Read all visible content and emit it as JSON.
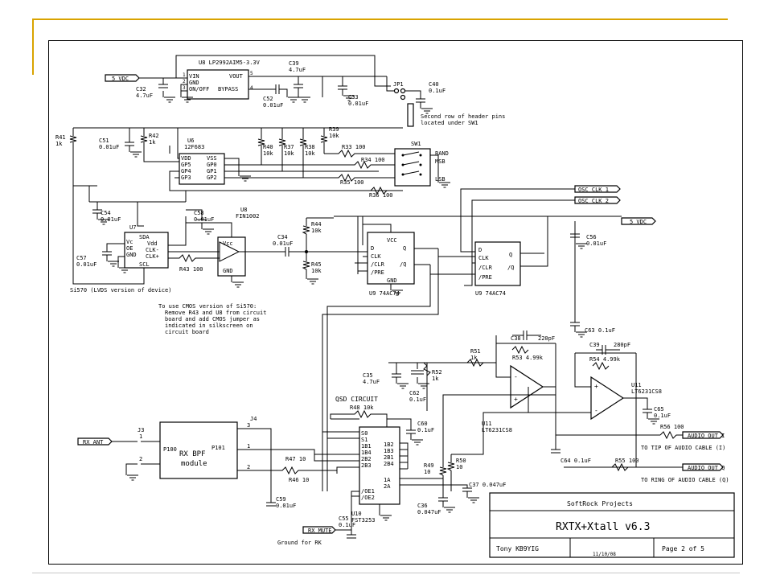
{
  "title_block": {
    "company": "SoftRock Projects",
    "title": "RXTX+Xtall v6.3",
    "author": "Tony KB9YIG",
    "date": "11/10/08",
    "page": "Page 2 of 5"
  },
  "components": {
    "u8": "U8 LP2992AIM5-3.3V",
    "u8_pins": [
      "VIN",
      "GND",
      "ON/OFF",
      "VOUT",
      "BYPASS"
    ],
    "u6": "U6",
    "u6_part": "12F683",
    "u6_pins_left": [
      "VDD",
      "GP5",
      "GP4",
      "GP3"
    ],
    "u6_pins_right": [
      "VSS",
      "GP0",
      "GP1",
      "GP2"
    ],
    "u7": "U7",
    "u7_pins": [
      "SDA",
      "Vc",
      "OE",
      "GND",
      "Vdd",
      "CLK-",
      "CLK+",
      "SCL"
    ],
    "u7_note": "Si570 (LVDS version of device)",
    "u8b": "U8",
    "u8b_part": "FIN1002",
    "u8b_pins": [
      "Vcc",
      "GND"
    ],
    "u9a": "U9 74AC74",
    "u9a_pins": [
      "VCC",
      "D",
      "CLK",
      "/CLR",
      "/PRE",
      "GND",
      "Q",
      "/Q"
    ],
    "u9b": "U9 74AC74",
    "u9b_pins": [
      "D",
      "CLK",
      "/CLR",
      "/PRE",
      "Q",
      "/Q"
    ],
    "u10": "U10",
    "u10_part": "FST3253",
    "u10_pins_left": [
      "S0",
      "S1",
      "1B1",
      "1B4",
      "2B2",
      "2B3",
      "/OE1",
      "/OE2"
    ],
    "u10_pins_right": [
      "1B2",
      "1B3",
      "2B1",
      "2B4",
      "1A",
      "2A"
    ],
    "u11a": "U11",
    "u11a_part": "LT6231CS8",
    "u11b": "U11",
    "u11b_part": "LT6231CS8",
    "sw1": "SW1",
    "sw1_labels": [
      "BAND",
      "MSB",
      "LSB"
    ],
    "jp1": "JP1",
    "j3": "J3",
    "j4": "J4",
    "bpf_title": "RX BPF",
    "bpf_sub": "module",
    "p100": "P100",
    "p101": "P101",
    "qsd": "QSD CIRCUIT",
    "c32": "C32",
    "c32v": "4.7uF",
    "c39a": "C39",
    "c39av": "4.7uF",
    "c40": "C40",
    "c40v": "0.1uF",
    "c52": "C52",
    "c52v": "0.01uF",
    "c33": "C33",
    "c33v": "0.01uF",
    "c51": "C51",
    "c51v": "0.01uF",
    "c54": "C54",
    "c54v": "0.01uF",
    "c57": "C57",
    "c57v": "0.01uF",
    "c58": "C58",
    "c58v": "0.01uF",
    "c34": "C34",
    "c34v": "0.01uF",
    "c56": "C56",
    "c56v": "0.01uF",
    "c63": "C63 0.1uF",
    "c38": "C38",
    "c38v": "220pF",
    "c39b": "C39",
    "c39bv": "280pF",
    "c35": "C35",
    "c35v": "4.7uF",
    "c62": "C62",
    "c62v": "0.1uF",
    "c60": "C60",
    "c60v": "0.1uF",
    "c65": "C65",
    "c65v": "0.1uF",
    "c59": "C59",
    "c59v": "0.01uF",
    "c64": "C64 0.1uF",
    "c37": "C37 0.047uF",
    "c36": "C36",
    "c36v": "0.047uF",
    "c55": "C55",
    "c55v": "0.1uF",
    "r41": "R41",
    "r41v": "1k",
    "r42": "R42",
    "r42v": "1k",
    "r39": "R39",
    "r39v": "10k",
    "r40": "R40",
    "r40v": "10k",
    "r37": "R37",
    "r37v": "10k",
    "r38": "R38",
    "r38v": "10k",
    "r33": "R33 100",
    "r34": "R34 100",
    "r35": "R35 100",
    "r36": "R36 100",
    "r43": "R43 100",
    "r44": "R44",
    "r44v": "10k",
    "r45": "R45",
    "r45v": "10k",
    "r51": "R51",
    "r51v": "1k",
    "r53": "R53 4.99k",
    "r54": "R54 4.99k",
    "r52": "R52",
    "r52v": "1k",
    "r48": "R48 10k",
    "r47": "R47 10",
    "r46": "R46 10",
    "r49": "R49",
    "r49v": "10",
    "r50": "R50",
    "r50v": "10",
    "r56": "R56 100",
    "r55": "R55 100"
  },
  "net_labels": {
    "vdc_in": "5 VDC",
    "vdc_right": "5 VDC",
    "osc1": "OSC CLK 1",
    "osc2": "OSC CLK 2",
    "rx_ant": "RX ANT",
    "rx_mute": "RX MUTE",
    "audio_i": "AUDIO OUT I",
    "audio_q": "AUDIO OUT Q"
  },
  "notes": {
    "header_1": "Second row of header pins",
    "header_2": "located under SW1",
    "cmos_1": "To use CMOS version of Si570:",
    "cmos_2": "Remove R43 and U8 from circuit",
    "cmos_3": "board and add CMOS jumper as",
    "cmos_4": "indicated in silkscreen on",
    "cmos_5": "circuit board",
    "tip_i": "TO TIP OF AUDIO CABLE (I)",
    "ring_q": "TO RING OF AUDIO CABLE (Q)",
    "rk_gnd": "Ground for RK"
  }
}
